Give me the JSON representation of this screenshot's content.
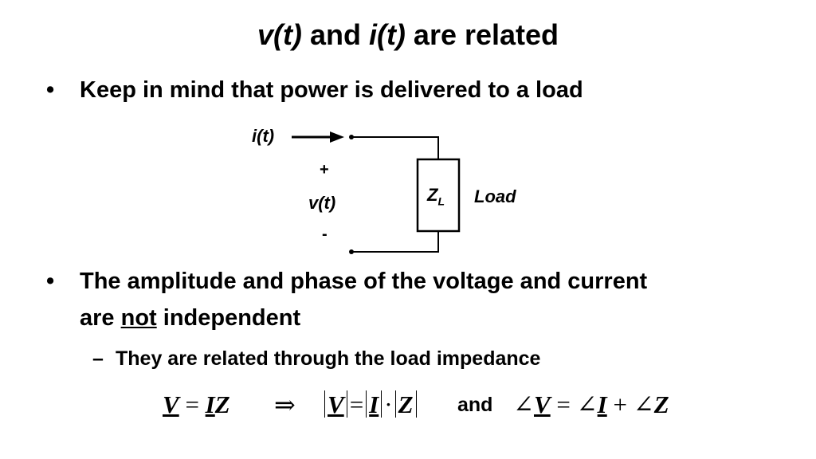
{
  "title": {
    "v": "v(t)",
    "and": " and ",
    "i": "i(t)",
    "rest": " are related"
  },
  "bullets": [
    {
      "marker": "•",
      "text": "Keep in mind that power is delivered to a load"
    },
    {
      "marker": "•",
      "line1": "The amplitude and phase of the voltage and current",
      "line2_pre": "are ",
      "line2_underlined": "not",
      "line2_post": " independent"
    }
  ],
  "sub_bullet": {
    "marker": "–",
    "text": "They are related through the load impedance"
  },
  "circuit": {
    "current_label": "i(t)",
    "plus": "+",
    "voltage_label": "v(t)",
    "minus": "-",
    "impedance_symbol": "Z",
    "impedance_subscript": "L",
    "load_label": "Load"
  },
  "equation": {
    "V": "V",
    "I": "I",
    "Z": "Z",
    "equals": "=",
    "implies": "⇒",
    "dot": "·",
    "and": "and",
    "angle": "∠",
    "plus": "+"
  }
}
